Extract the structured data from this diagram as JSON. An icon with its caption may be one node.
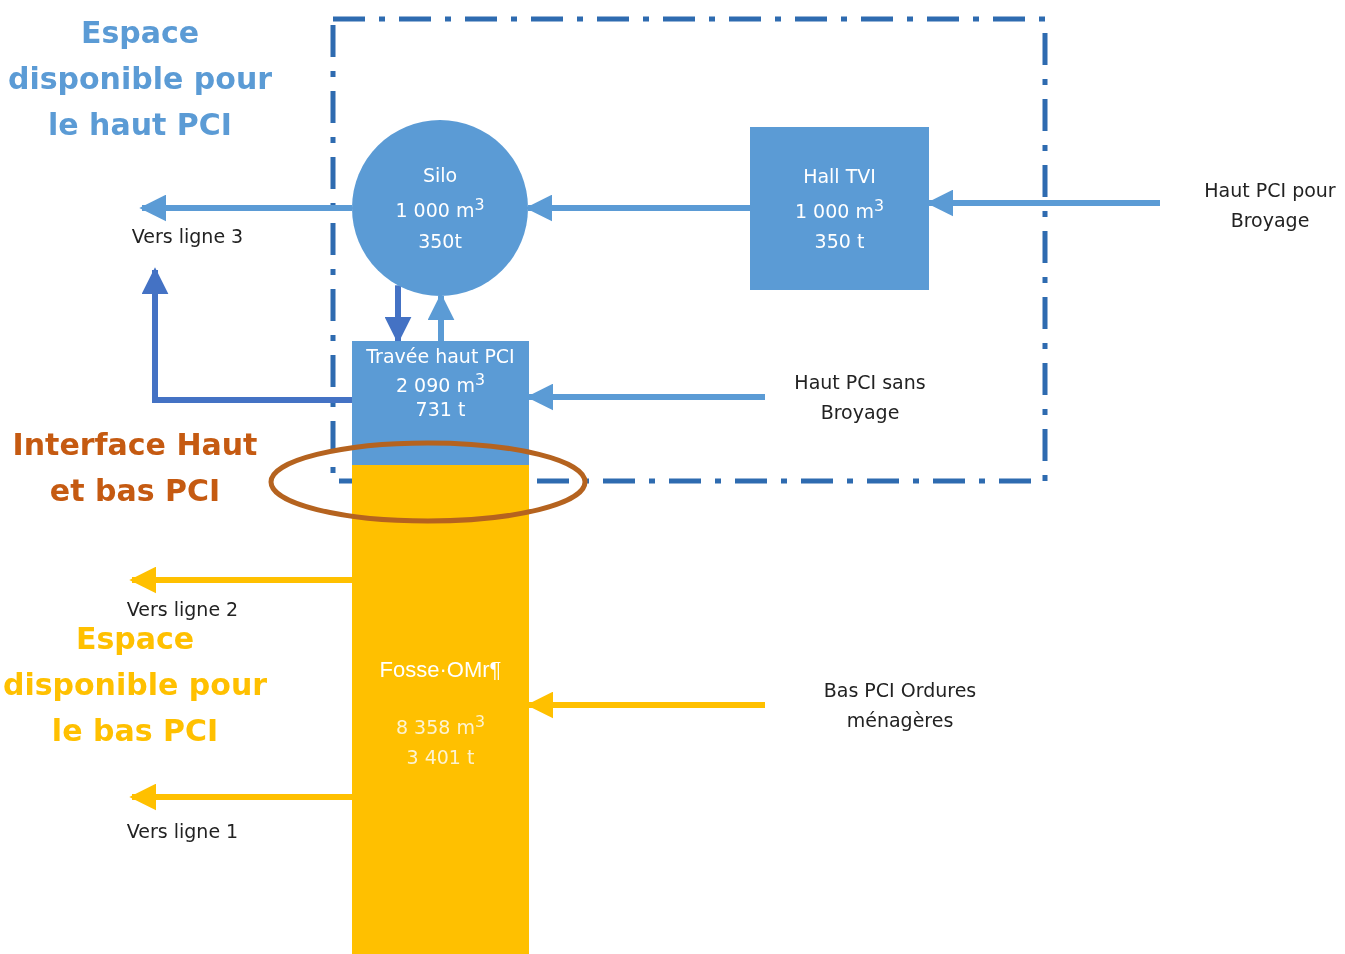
{
  "diagram": {
    "nodes": [
      {
        "text": [
          "Silo",
          "1 000 m$^{3}$",
          "350t"
        ]
      },
      {
        "text": [
          "Hall TVI",
          "1 000 m$^{3}$",
          "350 t"
        ]
      },
      {
        "text": [
          "Travée haut PCI",
          "2 090 m$^{3}$",
          "731 t"
        ]
      },
      {
        "text": [
          "Fosse·OMr¶",
          "8 358 m$^{3}$",
          "3 401 t"
        ]
      },
      {
        "text": [
          "Vers ligne 3"
        ]
      },
      {
        "text": [
          "Haut PCI pour Broyage"
        ]
      },
      {
        "text": [
          "Haut PCI sans Broyage"
        ]
      },
      {
        "text": [
          "Bas PCI Ordures ménagères"
        ]
      },
      {
        "text": [
          "Vers ligne 2"
        ]
      },
      {
        "text": [
          "Vers ligne 1"
        ]
      },
      {
        "text": [],
        "shape": "ellipse",
        "beside": [
          "Interface Haut et bas PCI"
        ]
      }
    ],
    "edges": [
      {
        "from": 1,
        "to": 0,
        "arrow": "to"
      },
      {
        "from": 0,
        "to": 4,
        "arrow": "to"
      },
      {
        "from": 0,
        "to": 2,
        "arrow": "to",
        "color": "#4472c4"
      },
      {
        "from": 2,
        "to": 0,
        "arrow": "to"
      },
      {
        "from": 2,
        "to": 4,
        "arrow": "to",
        "color": "#4472c4"
      },
      {
        "from": 5,
        "to": 1,
        "arrow": "to"
      },
      {
        "from": 6,
        "to": 2,
        "arrow": "to"
      },
      {
        "from": 7,
        "to": 3,
        "arrow": "to",
        "color": "#ffc000"
      },
      {
        "from": 3,
        "to": 8,
        "arrow": "to",
        "color": "#ffc000"
      },
      {
        "from": 3,
        "to": 9,
        "arrow": "to",
        "color": "#ffc000"
      }
    ],
    "labels": [
      "Espace disponible pour le haut PCI",
      "Espace disponible pour le bas PCI"
    ]
  }
}
